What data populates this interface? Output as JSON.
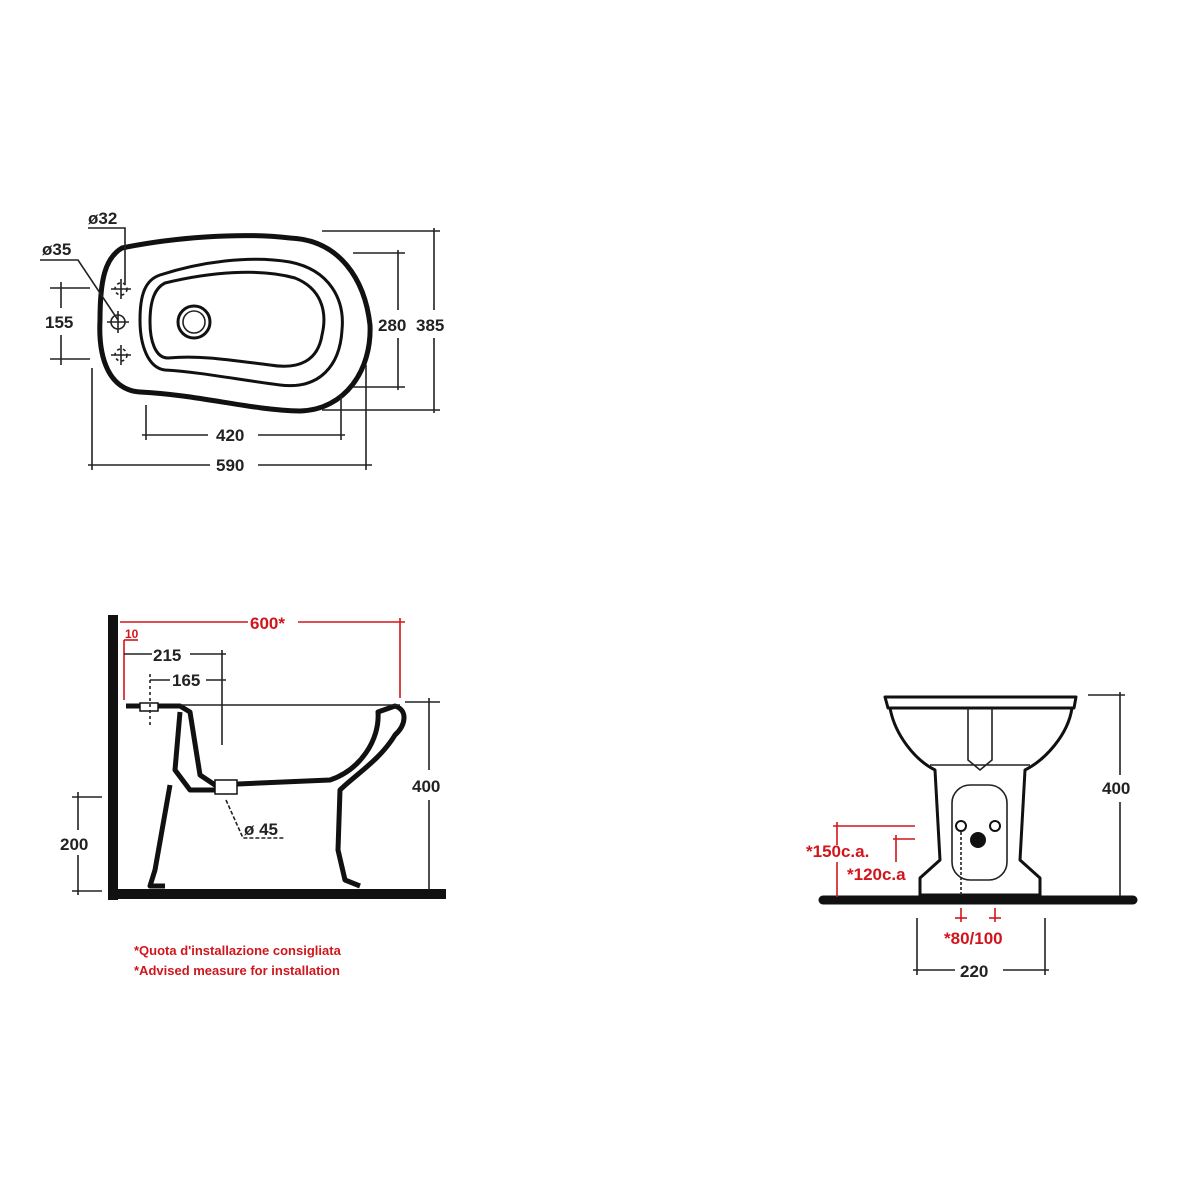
{
  "top_view": {
    "dia_32": "ø32",
    "dia_35": "ø35",
    "d155": "155",
    "d280": "280",
    "d385": "385",
    "d420": "420",
    "d590": "590"
  },
  "side_view": {
    "d600": "600*",
    "d10": "10",
    "d215": "215",
    "d165": "165",
    "d400": "400",
    "d200": "200",
    "dia_45": "ø 45"
  },
  "notes": {
    "it": "*Quota d'installazione consigliata",
    "en": "*Advised measure for installation"
  },
  "front_view": {
    "d400": "400",
    "d150": "*150c.a.",
    "d120": "*120c.a",
    "d80_100": "*80/100",
    "d220": "220"
  },
  "colors": {
    "line": "#111111",
    "advised": "#d0161c"
  }
}
